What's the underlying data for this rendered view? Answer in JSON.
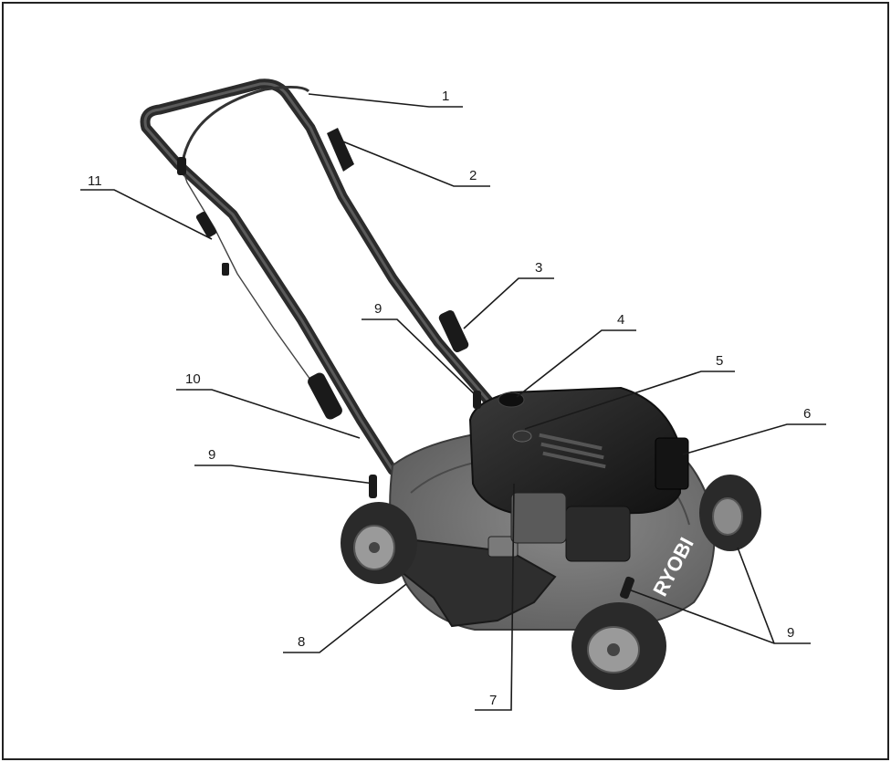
{
  "brand_text": "RYOBI",
  "colors": {
    "frame": "#222222",
    "deck": "#6e6e6e",
    "deck_dark": "#4a4a4a",
    "engine": "#1e1e1e",
    "handle": "#2b2b2b",
    "tire": "#2a2a2a",
    "hub": "#9a9a9a"
  },
  "callouts": [
    {
      "id": "c1",
      "label": "1"
    },
    {
      "id": "c2",
      "label": "2"
    },
    {
      "id": "c3",
      "label": "3"
    },
    {
      "id": "c9a",
      "label": "9"
    },
    {
      "id": "c4",
      "label": "4"
    },
    {
      "id": "c5",
      "label": "5"
    },
    {
      "id": "c6",
      "label": "6"
    },
    {
      "id": "c10",
      "label": "10"
    },
    {
      "id": "c11",
      "label": "11"
    },
    {
      "id": "c9b",
      "label": "9"
    },
    {
      "id": "c8",
      "label": "8"
    },
    {
      "id": "c7",
      "label": "7"
    },
    {
      "id": "c9c",
      "label": "9"
    }
  ]
}
